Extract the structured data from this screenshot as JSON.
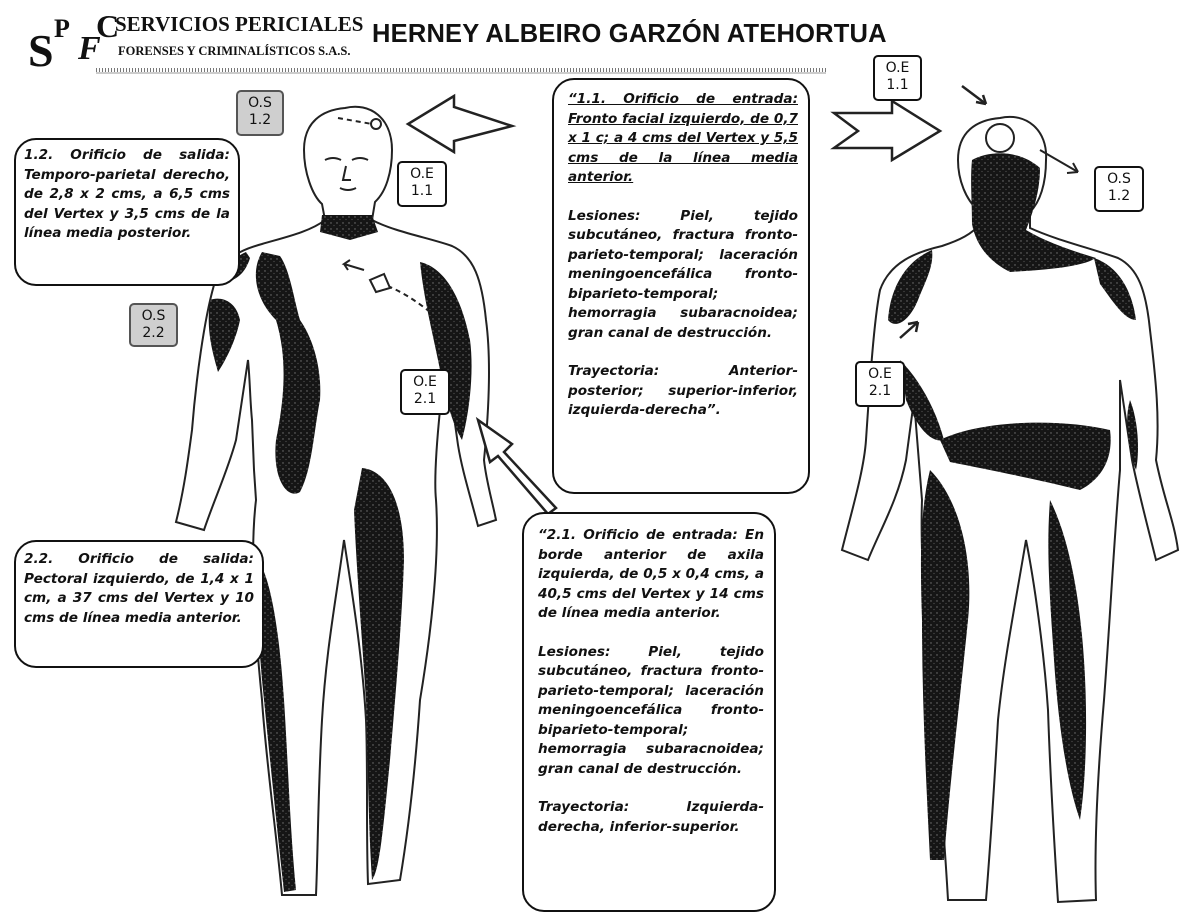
{
  "header": {
    "logo_letters": [
      "S",
      "P",
      "F",
      "C"
    ],
    "logo_name": "SERVICIOS PERICIALES",
    "logo_subtitle": "FORENSES Y CRIMINALÍSTICOS S.A.S.",
    "title": "HERNEY ALBEIRO GARZÓN ATEHORTUA"
  },
  "labels": {
    "os_1_2": {
      "line1": "O.S",
      "line2": "1.2"
    },
    "oe_1_1": {
      "line1": "O.E",
      "line2": "1.1"
    },
    "os_2_2": {
      "line1": "O.S",
      "line2": "2.2"
    },
    "oe_2_1": {
      "line1": "O.E",
      "line2": "2.1"
    }
  },
  "notes": {
    "exit_1_2": "1.2. Orificio de salida: Temporo-parietal derecho, de 2,8 x 2 cms, a 6,5 cms del Vertex y 3,5 cms de la línea media posterior.",
    "exit_2_2": "2.2. Orificio de salida: Pectoral izquierdo, de 1,4 x 1 cm, a 37 cms del Vertex y 10 cms de línea media anterior.",
    "entry_1_1": {
      "lead": "“1.1. Orificio de entrada: Fronto facial izquierdo, de 0,7 x 1 c; a 4 cms del Vertex y 5,5 cms de la línea media anterior.",
      "lesions": "Lesiones: Piel, tejido subcutáneo, fractura fronto-parieto-temporal; laceración meningoencefálica fronto-biparieto-temporal; hemorragia subaracnoidea; gran canal de destrucción.",
      "trajectory": "Trayectoria: Anterior-posterior; superior-inferior, izquierda-derecha”."
    },
    "entry_2_1": {
      "lead": "“2.1. Orificio de entrada: En borde anterior de axila izquierda, de 0,5 x 0,4 cms, a 40,5 cms del Vertex y 14 cms de línea media anterior.",
      "lesions": "Lesiones: Piel, tejido subcutáneo, fractura fronto-parieto-temporal; laceración meningoencefálica fronto-biparieto-temporal; hemorragia subaracnoidea; gran canal de destrucción.",
      "trajectory": "Trayectoria: Izquierda-derecha, inferior-superior."
    }
  }
}
